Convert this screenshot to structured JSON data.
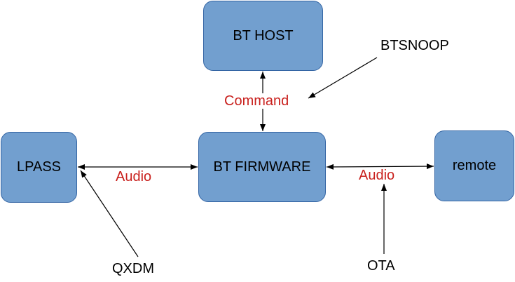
{
  "nodes": {
    "bt_host": "BT HOST",
    "lpass": "LPASS",
    "bt_firmware": "BT FIRMWARE",
    "remote": "remote"
  },
  "edge_labels": {
    "host_firmware": "Command",
    "lpass_firmware": "Audio",
    "firmware_remote": "Audio"
  },
  "annotations": {
    "btsnoop": "BTSNOOP",
    "qxdm": "QXDM",
    "ota": "OTA"
  },
  "colors": {
    "node_fill": "#729fcf",
    "node_border": "#3465a4",
    "edge_label_text": "#c9211e",
    "line": "#000000"
  }
}
